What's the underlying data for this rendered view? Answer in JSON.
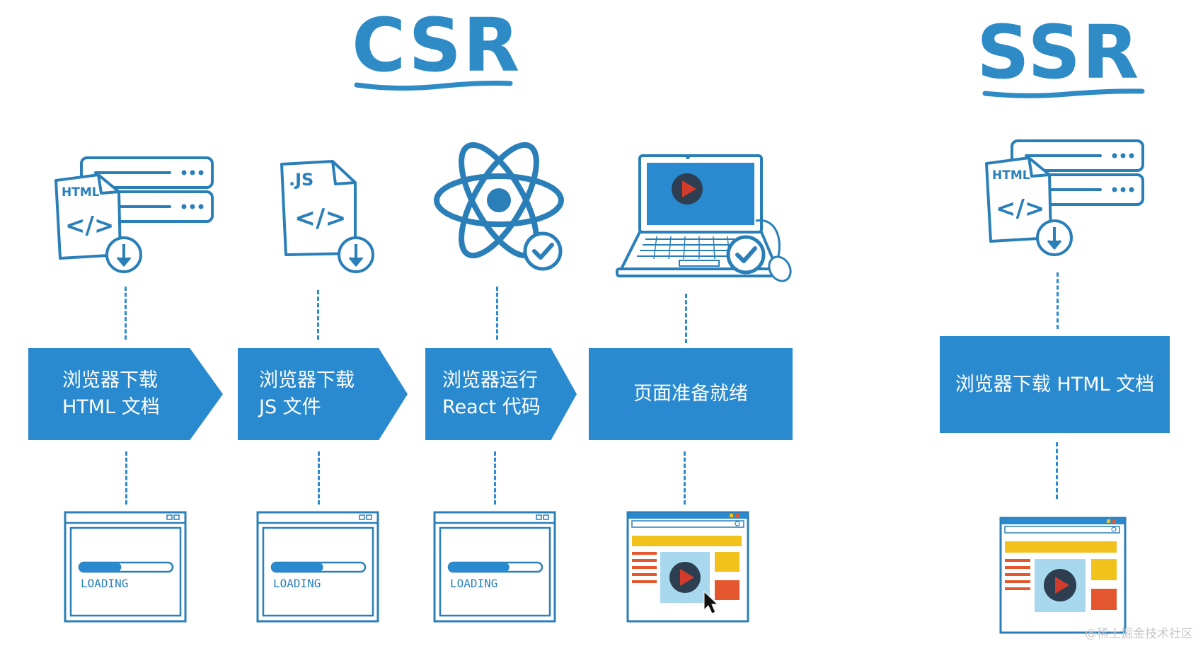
{
  "csr": {
    "title": "CSR",
    "steps": [
      {
        "label": "浏览器下载\nHTML 文档",
        "icon": "html-download-icon"
      },
      {
        "label": "浏览器下载\nJS 文件",
        "icon": "js-download-icon"
      },
      {
        "label": "浏览器运行\nReact 代码",
        "icon": "react-icon"
      },
      {
        "label": "页面准备就绪",
        "icon": "laptop-ready-icon"
      }
    ],
    "screens": [
      {
        "state": "loading",
        "text": "LOADING",
        "progress": 0.45
      },
      {
        "state": "loading",
        "text": "LOADING",
        "progress": 0.55
      },
      {
        "state": "loading",
        "text": "LOADING",
        "progress": 0.65
      },
      {
        "state": "ready"
      }
    ]
  },
  "ssr": {
    "title": "SSR",
    "steps": [
      {
        "label": "浏览器下载 HTML 文档",
        "icon": "html-download-icon"
      }
    ],
    "screens": [
      {
        "state": "ready"
      }
    ]
  },
  "icon_text": {
    "html": "HTML",
    "js": ".JS",
    "code": "</>"
  },
  "colors": {
    "primary": "#2a8ad0",
    "title": "#2e8bc6",
    "icon_stroke": "#2a7fb8",
    "play_red": "#d33b2a",
    "screen_yellow": "#f2c21c",
    "screen_orange": "#e4572e",
    "screen_light_blue": "#a8d8ee"
  },
  "watermark": "@稀土掘金技术社区"
}
